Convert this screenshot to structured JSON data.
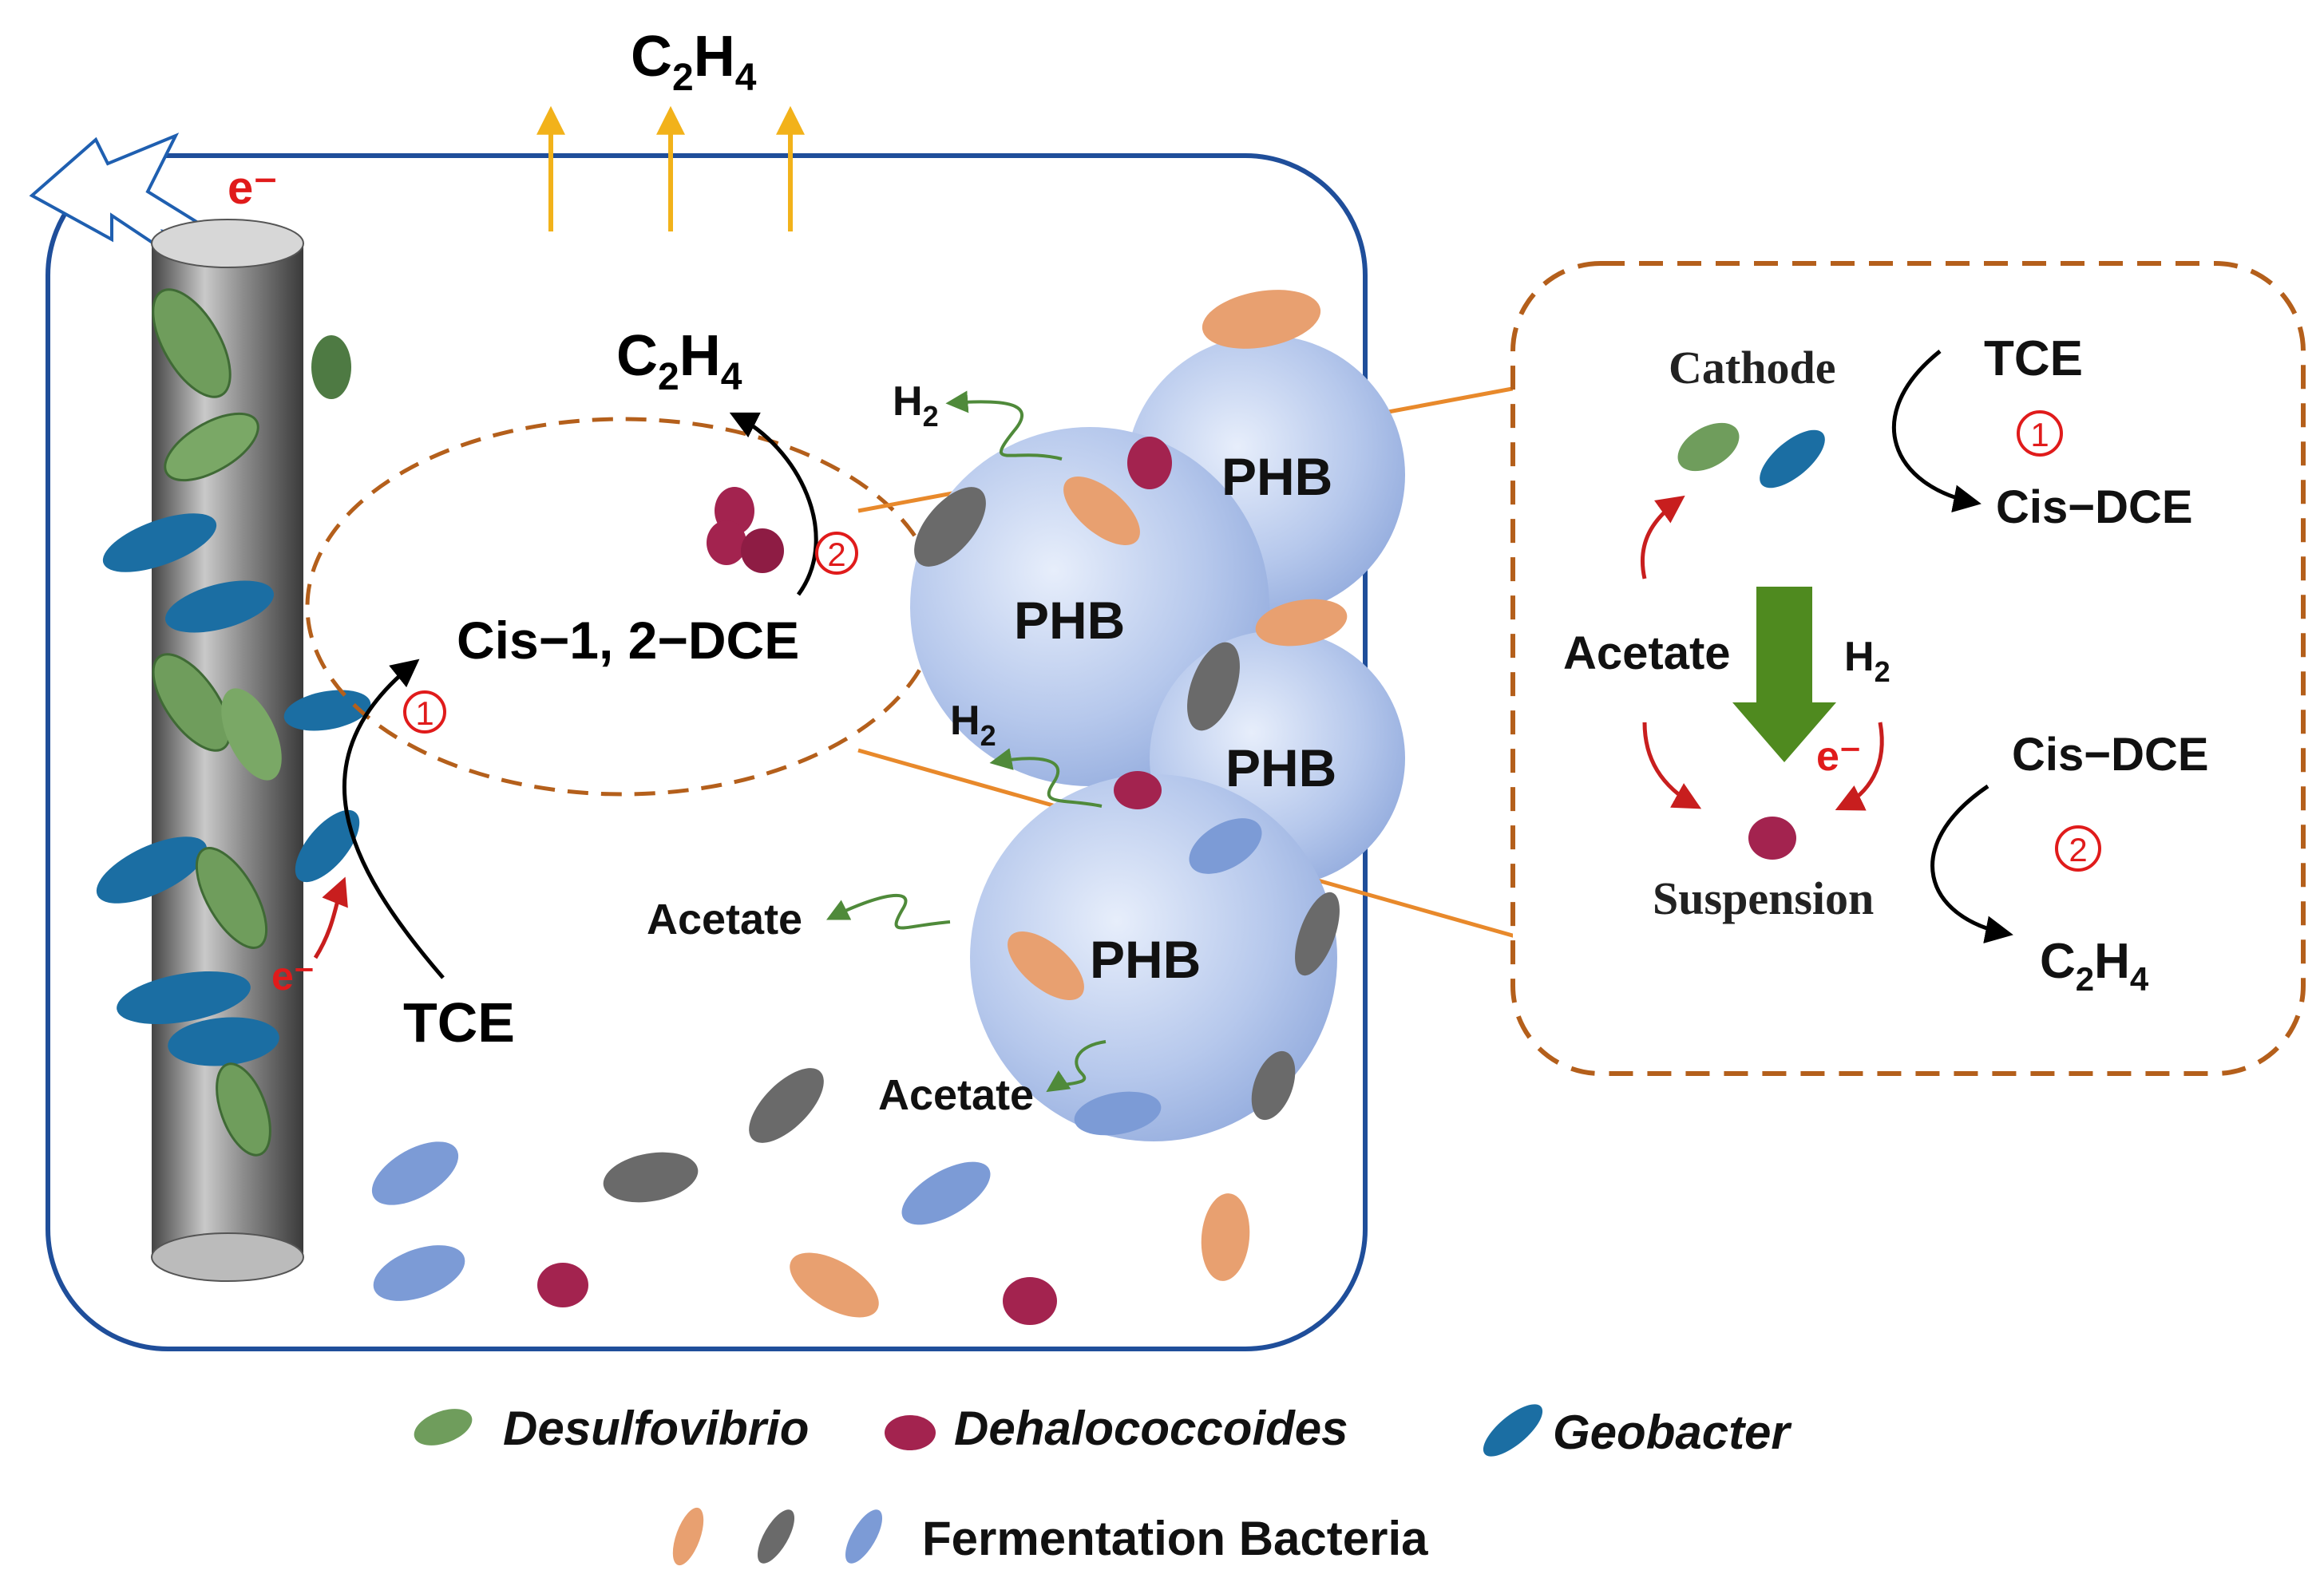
{
  "top_product": {
    "main": "C",
    "sub1": "2",
    "mid": "H",
    "sub2": "4"
  },
  "electron_label": "e⁻",
  "electron_label_small": "e⁻",
  "inner_product": {
    "main": "C",
    "sub1": "2",
    "mid": "H",
    "sub2": "4"
  },
  "h2_label_1": {
    "main": "H",
    "sub": "2"
  },
  "h2_label_2": {
    "main": "H",
    "sub": "2"
  },
  "cis_label": "Cis−1, 2−DCE",
  "tce_label": "TCE",
  "step_one": "1",
  "step_two": "2",
  "phb": [
    "PHB",
    "PHB",
    "PHB",
    "PHB"
  ],
  "acetate_1": "Acetate",
  "acetate_2": "Acetate",
  "inset": {
    "cathode": "Cathode",
    "tce": "TCE",
    "step_one": "1",
    "cis_dce_1": "Cis−DCE",
    "acetate": "Acetate",
    "h2": {
      "main": "H",
      "sub": "2"
    },
    "electron": "e⁻",
    "cis_dce_2": "Cis−DCE",
    "step_two": "2",
    "suspension": "Suspension",
    "product": {
      "main": "C",
      "sub1": "2",
      "mid": "H",
      "sub2": "4"
    }
  },
  "legend": {
    "desulfovibrio": "Desulfovibrio",
    "dehalococcoides": "Dehalococcoides",
    "geobacter": "Geobacter",
    "fermentation": "Fermentation Bacteria"
  },
  "colors": {
    "frame": "#1f4e9a",
    "dashed": "#b45f1b",
    "connector": "#e8892b",
    "gas_arrow": "#f2b21a",
    "red": "#e01b1b",
    "green_arrow": "#4f8a1f",
    "desulfovibrio": "#6f9d5c",
    "dehalococcoides": "#a3234f",
    "geobacter": "#1b6ea3",
    "ferm_orange": "#e8a070",
    "ferm_gray": "#6a6a6a",
    "ferm_blue": "#7c9bd6",
    "phb": "#a9bfe6"
  }
}
